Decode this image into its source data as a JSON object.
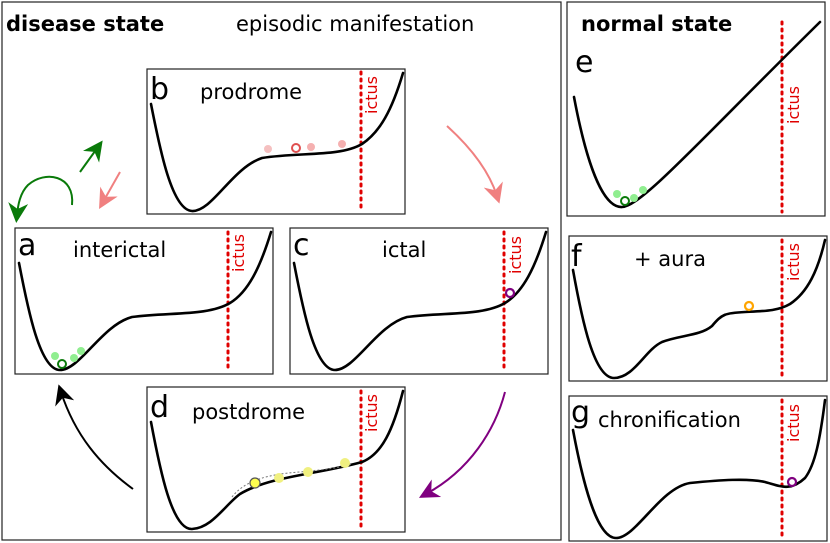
{
  "headers": {
    "disease": "disease state",
    "episodic": "episodic manifestation",
    "normal": "normal state"
  },
  "ictus_label": "ictus",
  "panels": {
    "a": {
      "letter": "a",
      "title": "interictal"
    },
    "b": {
      "letter": "b",
      "title": "prodrome"
    },
    "c": {
      "letter": "c",
      "title": "ictal"
    },
    "d": {
      "letter": "d",
      "title": "postdrome"
    },
    "e": {
      "letter": "e",
      "title": ""
    },
    "f": {
      "letter": "f",
      "title": "+ aura"
    },
    "g": {
      "letter": "g",
      "title": "chronification"
    }
  },
  "colors": {
    "ictus": "#e00000",
    "healthy_ball": "#90ee90",
    "healthy_ball_active": "#0a7a0a",
    "prodrome_ball": "#f5a0a0",
    "prodrome_ball_active": "#e05050",
    "ictal_ball": "#800080",
    "postdrome_ball": "#f0f060",
    "aura_ball": "#ffa500",
    "arrow_green": "#0a7a0a",
    "arrow_salmon": "#f08080",
    "arrow_purple": "#800080",
    "arrow_black": "#000000"
  }
}
